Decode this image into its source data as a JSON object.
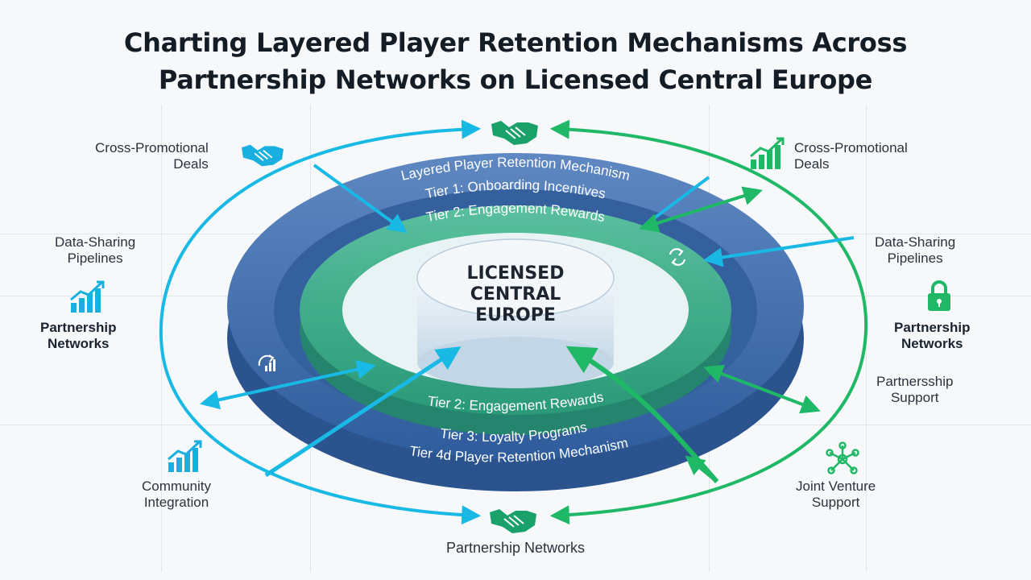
{
  "title": {
    "line1": "Charting Layered Player Retention Mechanisms Across",
    "line2": "Partnership Networks on Licensed Central Europe"
  },
  "core": {
    "line1": "LICENSED",
    "line2": "CENTRAL",
    "line3": "EUROPE"
  },
  "rings": {
    "outer_top": "Layered Player Retention Mechanism",
    "tier1_top": "Tier 1: Onboarding Incentives",
    "tier2_top": "Tier 2: Engagement Rewards",
    "tier2_bottom": "Tier 2: Engagement Rewards",
    "tier3_bottom": "Tier 3: Loyalty Programs",
    "outer_bottom": "Tier 4d Player Retention Mechanism"
  },
  "left_labels": {
    "cross_promo": [
      "Cross-Promotional",
      "Deals"
    ],
    "data_sharing": [
      "Data-Sharing",
      "Pipelines"
    ],
    "partnership": [
      "Partnership",
      "Networks"
    ],
    "community": [
      "Community",
      "Integration"
    ]
  },
  "right_labels": {
    "cross_promo": [
      "Cross-Promotional",
      "Deals"
    ],
    "data_sharing": [
      "Data-Sharing",
      "Pipelines"
    ],
    "partnership": [
      "Partnership",
      "Networks"
    ],
    "support": [
      "Partnersship",
      "Support"
    ],
    "joint_venture": [
      "Joint Venture",
      "Support"
    ]
  },
  "bottom_label": "Partnership Networks",
  "colors": {
    "cyan": "#19b9e6",
    "green": "#1fb866",
    "blue_ring": "#3f6fae",
    "green_ring": "#3aa586",
    "title": "#141c26"
  },
  "icons": {
    "top_center": "handshake-icon",
    "bottom_center": "handshake-icon",
    "left_top": "handshake-icon",
    "right_top": "growth-chart-icon",
    "left_mid": "growth-chart-icon",
    "right_mid": "lock-icon",
    "left_bottom": "growth-chart-icon",
    "right_bottom": "network-icon"
  }
}
